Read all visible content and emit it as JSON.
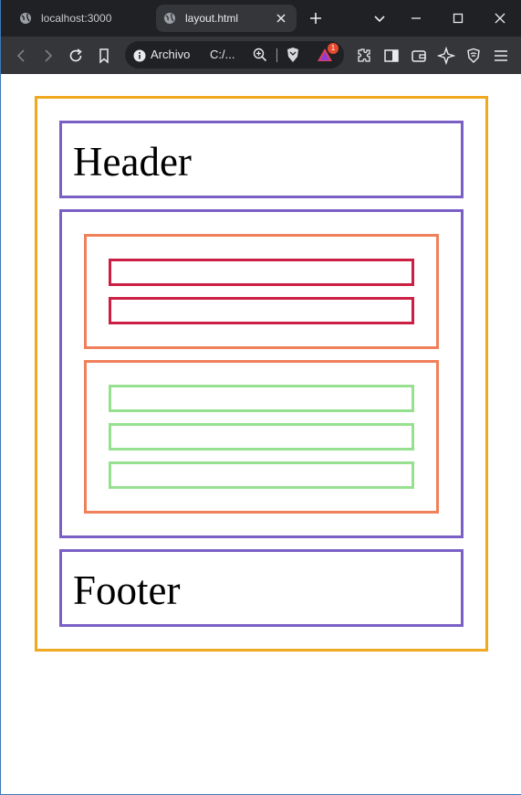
{
  "browser": {
    "tabs": [
      {
        "title": "localhost:3000",
        "active": false
      },
      {
        "title": "layout.html",
        "active": true
      }
    ],
    "omnibox": {
      "security_label": "Archivo",
      "url": "C:/..."
    },
    "extension_badge": "1",
    "icons": [
      "globe-icon",
      "close-icon",
      "plus-icon",
      "chevron-down-icon",
      "minimize-icon",
      "maximize-icon",
      "back-icon",
      "forward-icon",
      "reload-icon",
      "bookmark-icon",
      "info-icon",
      "zoom-icon",
      "brave-shield-icon",
      "brave-rewards-icon",
      "extensions-icon",
      "sidebar-icon",
      "wallet-icon",
      "leo-ai-icon",
      "vpn-icon",
      "menu-icon"
    ]
  },
  "page": {
    "header_text": "Header",
    "footer_text": "Footer",
    "colors": {
      "outer": "#f0a81e",
      "section": "#7a5fc4",
      "group": "#f0805a",
      "item_red": "#cc1f44",
      "item_green": "#97e08f"
    },
    "groups": [
      {
        "items": 2,
        "item_color": "red"
      },
      {
        "items": 3,
        "item_color": "green"
      }
    ]
  }
}
